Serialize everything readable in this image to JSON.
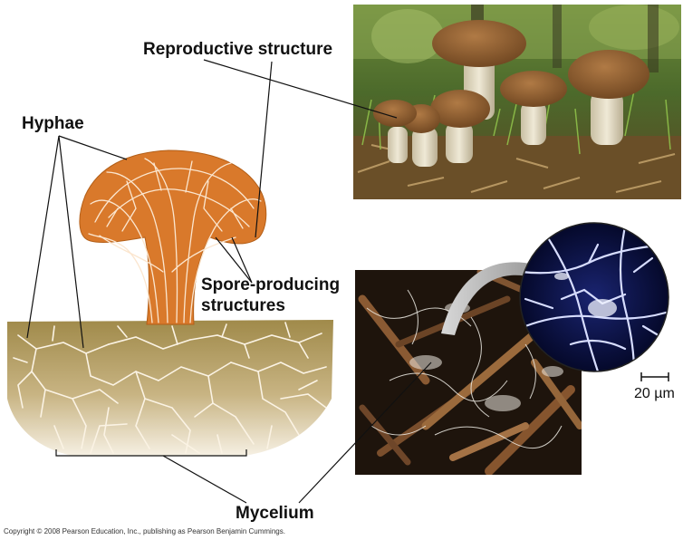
{
  "labels": {
    "reproductive_structure": "Reproductive structure",
    "hyphae": "Hyphae",
    "spore_producing_line1": "Spore-producing",
    "spore_producing_line2": "structures",
    "mycelium": "Mycelium",
    "scale_bar": "20 µm"
  },
  "copyright": "Copyright © 2008 Pearson Education, Inc., publishing as Pearson Benjamin Cummings.",
  "colors": {
    "mushroom_fill": "#d9792b",
    "hypha_line": "#fbe6cf",
    "soil_top": "#a8924f",
    "soil_bottom": "#f2ead8",
    "micro_bg": "#0b1140",
    "micro_hypha": "#cfd8ff",
    "arrow_gray": "#9a9a9a"
  }
}
